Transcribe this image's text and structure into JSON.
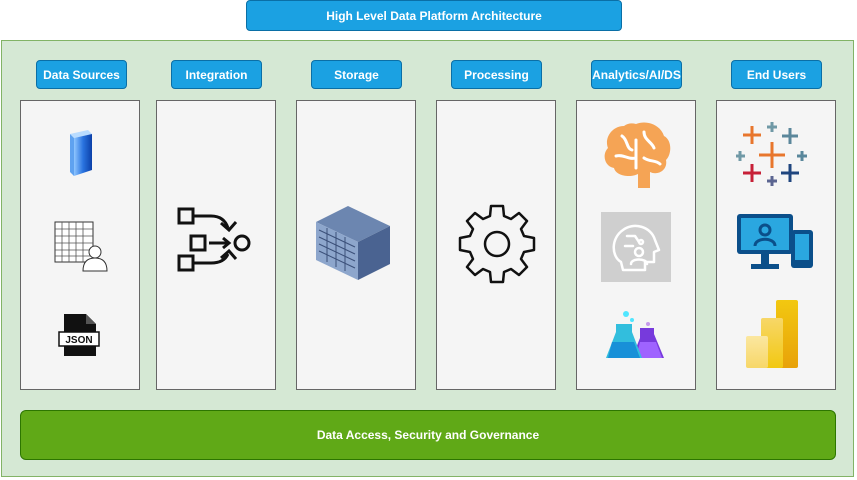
{
  "title": "High Level Data Platform Architecture",
  "columns": [
    {
      "label": "Data Sources"
    },
    {
      "label": "Integration"
    },
    {
      "label": "Storage"
    },
    {
      "label": "Processing"
    },
    {
      "label": "Analytics/AI/DS"
    },
    {
      "label": "End Users"
    }
  ],
  "footer": {
    "label": "Data Access, Security and Governance"
  },
  "icons": {
    "json_label": "JSON"
  },
  "colors": {
    "header_blue": "#1ba1e2",
    "container_green": "#d5e8d4",
    "footer_green": "#60a917",
    "column_gray": "#f5f5f5"
  }
}
